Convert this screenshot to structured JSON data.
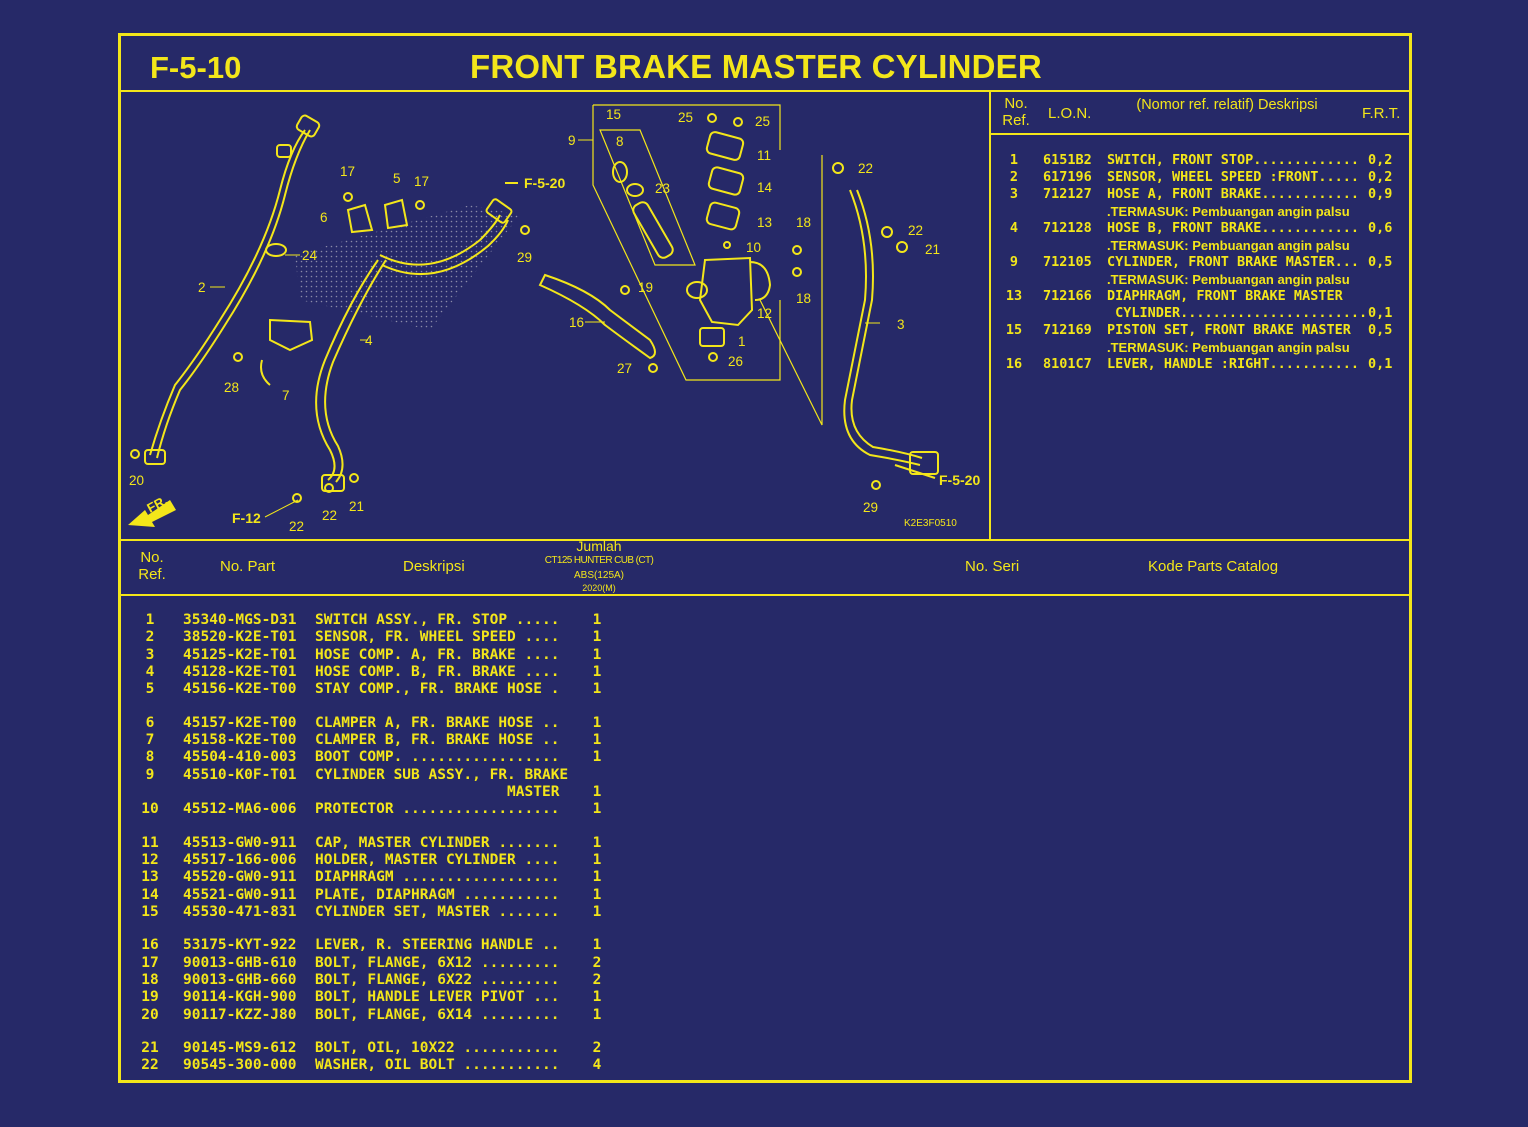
{
  "header": {
    "code": "F-5-10",
    "title": "FRONT BRAKE MASTER CYLINDER"
  },
  "lon_table": {
    "col_ref": "No. Ref.",
    "col_lon": "L.O.N.",
    "col_desc": "(Nomor ref. relatif) Deskripsi",
    "col_frt": "F.R.T.",
    "rows": [
      {
        "ref": "1",
        "lon": "6151B2",
        "desc": "SWITCH, FRONT STOP.............",
        "frt": "0,2"
      },
      {
        "ref": "2",
        "lon": "617196",
        "desc": "SENSOR, WHEEL SPEED :FRONT.....",
        "frt": "0,2"
      },
      {
        "ref": "3",
        "lon": "712127",
        "desc": "HOSE A, FRONT BRAKE............",
        "frt": "0,9"
      },
      {
        "ref": "",
        "lon": "",
        "desc": ".TERMASUK: Pembuangan angin palsu",
        "frt": ""
      },
      {
        "ref": "4",
        "lon": "712128",
        "desc": "HOSE B, FRONT BRAKE............",
        "frt": "0,6"
      },
      {
        "ref": "",
        "lon": "",
        "desc": ".TERMASUK: Pembuangan angin palsu",
        "frt": ""
      },
      {
        "ref": "9",
        "lon": "712105",
        "desc": "CYLINDER, FRONT BRAKE MASTER...",
        "frt": "0,5"
      },
      {
        "ref": "",
        "lon": "",
        "desc": ".TERMASUK: Pembuangan angin palsu",
        "frt": ""
      },
      {
        "ref": "13",
        "lon": "712166",
        "desc": "DIAPHRAGM, FRONT BRAKE MASTER",
        "frt": ""
      },
      {
        "ref": "",
        "lon": "",
        "desc": " CYLINDER.......................",
        "frt": "0,1"
      },
      {
        "ref": "15",
        "lon": "712169",
        "desc": "PISTON SET, FRONT BRAKE MASTER",
        "frt": "0,5"
      },
      {
        "ref": "",
        "lon": "",
        "desc": ".TERMASUK: Pembuangan angin palsu",
        "frt": ""
      },
      {
        "ref": "16",
        "lon": "8101C7",
        "desc": "LEVER, HANDLE :RIGHT...........",
        "frt": "0,1"
      }
    ]
  },
  "parts_table": {
    "col_ref": "No. Ref.",
    "col_part": "No. Part",
    "col_desc": "Deskripsi",
    "col_qty_title": "Jumlah",
    "col_qty_model": "CT125 HUNTER CUB (CT)",
    "col_qty_type": "ABS(125A)",
    "col_qty_year": "2020(M)",
    "col_serial": "No. Seri",
    "col_catalog": "Kode Parts Catalog",
    "rows": [
      {
        "ref": "1",
        "part": "35340-MGS-D31",
        "desc": "SWITCH ASSY., FR. STOP .....",
        "qty": "1"
      },
      {
        "ref": "2",
        "part": "38520-K2E-T01",
        "desc": "SENSOR, FR. WHEEL SPEED ....",
        "qty": "1"
      },
      {
        "ref": "3",
        "part": "45125-K2E-T01",
        "desc": "HOSE COMP. A, FR. BRAKE ....",
        "qty": "1"
      },
      {
        "ref": "4",
        "part": "45128-K2E-T01",
        "desc": "HOSE COMP. B, FR. BRAKE ....",
        "qty": "1"
      },
      {
        "ref": "5",
        "part": "45156-K2E-T00",
        "desc": "STAY COMP., FR. BRAKE HOSE .",
        "qty": "1"
      },
      {
        "ref": "6",
        "part": "45157-K2E-T00",
        "desc": "CLAMPER A, FR. BRAKE HOSE ..",
        "qty": "1"
      },
      {
        "ref": "7",
        "part": "45158-K2E-T00",
        "desc": "CLAMPER B, FR. BRAKE HOSE ..",
        "qty": "1"
      },
      {
        "ref": "8",
        "part": "45504-410-003",
        "desc": "BOOT COMP. .................",
        "qty": "1"
      },
      {
        "ref": "9",
        "part": "45510-K0F-T01",
        "desc": "CYLINDER SUB ASSY., FR. BRAKE",
        "qty": ""
      },
      {
        "ref": "",
        "part": "",
        "desc": "                      MASTER",
        "qty": "1"
      },
      {
        "ref": "10",
        "part": "45512-MA6-006",
        "desc": "PROTECTOR ..................",
        "qty": "1"
      },
      {
        "ref": "11",
        "part": "45513-GW0-911",
        "desc": "CAP, MASTER CYLINDER .......",
        "qty": "1"
      },
      {
        "ref": "12",
        "part": "45517-166-006",
        "desc": "HOLDER, MASTER CYLINDER ....",
        "qty": "1"
      },
      {
        "ref": "13",
        "part": "45520-GW0-911",
        "desc": "DIAPHRAGM ..................",
        "qty": "1"
      },
      {
        "ref": "14",
        "part": "45521-GW0-911",
        "desc": "PLATE, DIAPHRAGM ...........",
        "qty": "1"
      },
      {
        "ref": "15",
        "part": "45530-471-831",
        "desc": "CYLINDER SET, MASTER .......",
        "qty": "1"
      },
      {
        "ref": "16",
        "part": "53175-KYT-922",
        "desc": "LEVER, R. STEERING HANDLE ..",
        "qty": "1"
      },
      {
        "ref": "17",
        "part": "90013-GHB-610",
        "desc": "BOLT, FLANGE, 6X12 .........",
        "qty": "2"
      },
      {
        "ref": "18",
        "part": "90013-GHB-660",
        "desc": "BOLT, FLANGE, 6X22 .........",
        "qty": "2"
      },
      {
        "ref": "19",
        "part": "90114-KGH-900",
        "desc": "BOLT, HANDLE LEVER PIVOT ...",
        "qty": "1"
      },
      {
        "ref": "20",
        "part": "90117-KZZ-J80",
        "desc": "BOLT, FLANGE, 6X14 .........",
        "qty": "1"
      },
      {
        "ref": "21",
        "part": "90145-MS9-612",
        "desc": "BOLT, OIL, 10X22 ...........",
        "qty": "2"
      },
      {
        "ref": "22",
        "part": "90545-300-000",
        "desc": "WASHER, OIL BOLT ...........",
        "qty": "4"
      }
    ]
  },
  "diagram": {
    "code": "K2E3F0510",
    "refs": {
      "f520": "F-5-20",
      "f12": "F-12",
      "fr": "FR."
    },
    "callouts": [
      "1",
      "2",
      "3",
      "4",
      "5",
      "6",
      "7",
      "8",
      "9",
      "10",
      "11",
      "12",
      "13",
      "14",
      "15",
      "16",
      "17",
      "18",
      "19",
      "20",
      "21",
      "22",
      "23",
      "24",
      "25",
      "26",
      "27",
      "28",
      "29"
    ]
  }
}
